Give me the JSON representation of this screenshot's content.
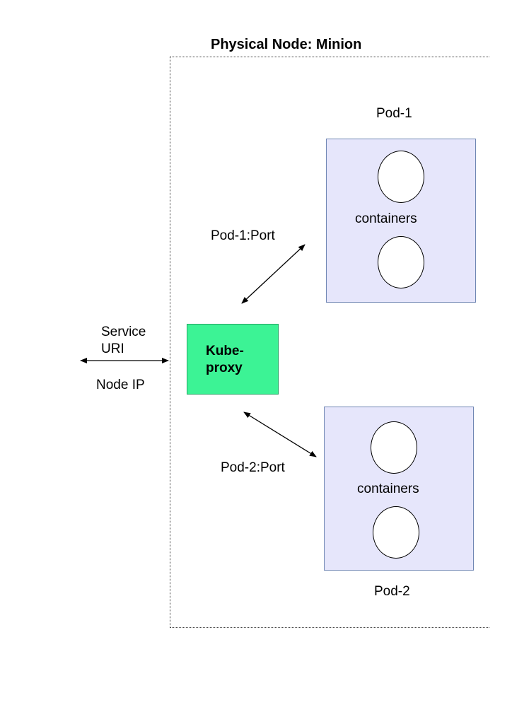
{
  "node": {
    "title": "Physical Node: Minion"
  },
  "pods": [
    {
      "name": "Pod-1",
      "containers_label": "containers"
    },
    {
      "name": "Pod-2",
      "containers_label": "containers"
    }
  ],
  "proxy": {
    "line1": "Kube-",
    "line2": "proxy",
    "fill": "#3cf395"
  },
  "links": {
    "pod1_port": "Pod-1:Port",
    "pod2_port": "Pod-2:Port"
  },
  "service": {
    "line1": "Service",
    "line2": "URI",
    "node_ip": "Node IP"
  },
  "colors": {
    "pod_fill": "#e6e6fb",
    "pod_border": "#6f86b3"
  }
}
